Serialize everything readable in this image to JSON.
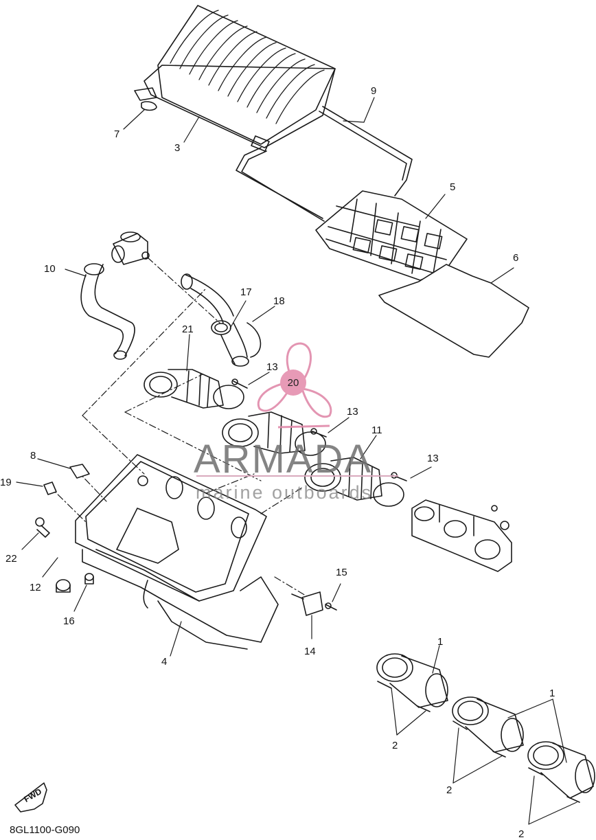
{
  "parts": {
    "p1a": "1",
    "p1b": "1",
    "p2a": "2",
    "p2b": "2",
    "p2c": "2",
    "p3": "3",
    "p4": "4",
    "p5": "5",
    "p6": "6",
    "p7": "7",
    "p8": "8",
    "p9": "9",
    "p10": "10",
    "p11": "11",
    "p12": "12",
    "p13a": "13",
    "p13b": "13",
    "p13c": "13",
    "p14": "14",
    "p15": "15",
    "p16": "16",
    "p17": "17",
    "p18": "18",
    "p19": "19",
    "p20": "20",
    "p21": "21",
    "p22": "22"
  },
  "diagram_code": "8GL1100-G090",
  "fwd_label": "FWD",
  "watermark": {
    "title": "ARMADA",
    "subtitle": "marine outboards"
  },
  "colors": {
    "line": "#1a1a1a",
    "accent": "#e08aaa",
    "watermark": "#8a8a8a"
  }
}
